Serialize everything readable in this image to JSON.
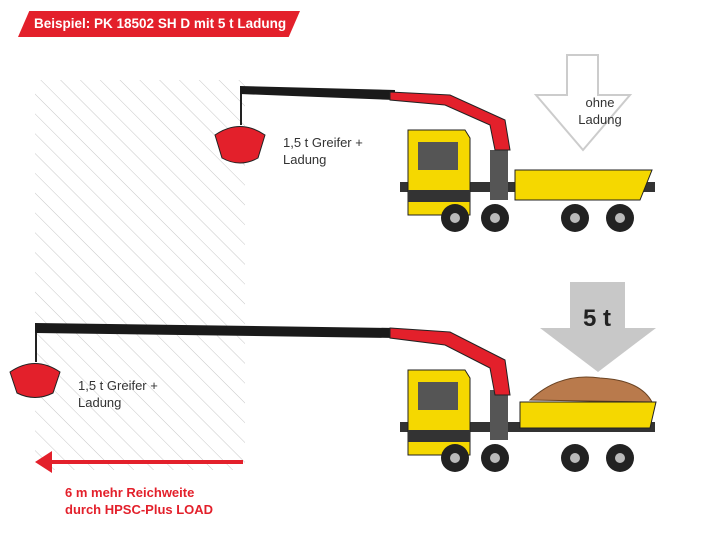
{
  "banner": "Beispiel: PK 18502 SH D mit 5 t Ladung",
  "top_scenario": {
    "load_label_1": "1,5 t Greifer +",
    "load_label_2": "Ladung",
    "arrow_label_1": "ohne",
    "arrow_label_2": "Ladung"
  },
  "bottom_scenario": {
    "load_label_1": "1,5 t Greifer +",
    "load_label_2": "Ladung",
    "arrow_label": "5 t"
  },
  "reach_note": {
    "line1": "6 m mehr Reichweite",
    "line2": "durch HPSC-Plus LOAD"
  },
  "colors": {
    "accent": "#e3202b",
    "truck": "#f5d800",
    "crane": "#e3202b",
    "boom": "#1a1a1a",
    "load": "#b97a4c"
  }
}
